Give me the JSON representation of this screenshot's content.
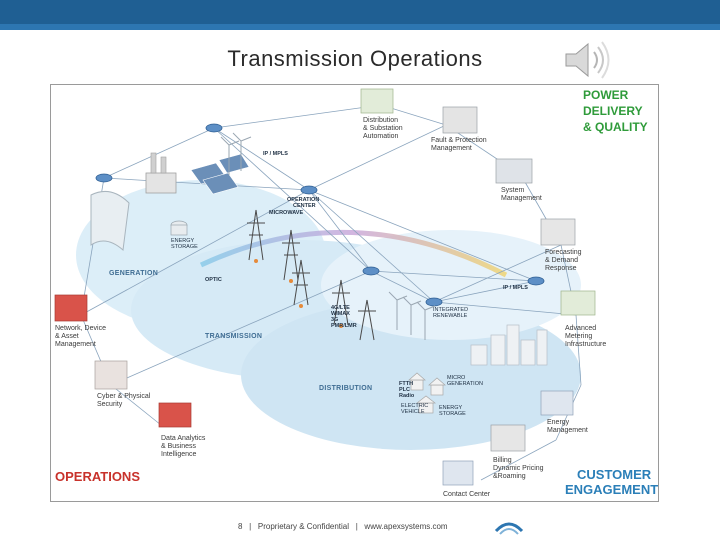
{
  "header": {
    "title": "Transmission Operations"
  },
  "corners": {
    "power_delivery": [
      "POWER",
      "DELIVERY",
      "& QUALITY"
    ],
    "operations": "OPERATIONS",
    "customer_engagement": [
      "CUSTOMER",
      "ENGAGEMENT"
    ]
  },
  "zones": {
    "generation": "GENERATION",
    "transmission": "TRANSMISSION",
    "distribution": "DISTRIBUTION"
  },
  "network_tags": {
    "ip_mpls_top": "IP / MPLS",
    "ip_mpls_right": "IP / MPLS",
    "operation_center": [
      "OPERATION",
      "CENTER"
    ],
    "microwave": "MICROWAVE",
    "optic": "OPTIC",
    "wireless": [
      "4G/LTE",
      "WIMAX",
      "3G",
      "PMR/LMR"
    ],
    "energy_storage_left": [
      "ENERGY",
      "STORAGE"
    ],
    "integrated_renewable": [
      "INTEGRATED",
      "RENEWABLE"
    ],
    "ftth": [
      "FTTH",
      "PLC",
      "Radio"
    ],
    "micro_generation": [
      "MICRO",
      "GENERATION"
    ],
    "electric_vehicle": [
      "ELECTRIC",
      "VEHICLE"
    ],
    "energy_storage_bottom": [
      "ENERGY",
      "STORAGE"
    ]
  },
  "apps": {
    "distribution_automation": [
      "Distribution",
      "& Substation",
      "Automation"
    ],
    "fault_protection": [
      "Fault & Protection",
      "Management"
    ],
    "system_management": [
      "System",
      "Management"
    ],
    "forecasting": [
      "Forecasting",
      "& Demand",
      "Response"
    ],
    "ami": [
      "Advanced",
      "Metering",
      "Infrastructure"
    ],
    "energy_management": [
      "Energy",
      "Management"
    ],
    "billing": [
      "Billing",
      "Dynamic Pricing",
      "&Roaming"
    ],
    "contact_center": [
      "Contact Center"
    ],
    "network_asset": [
      "Network, Device",
      "& Asset",
      "Management"
    ],
    "security": [
      "Cyber & Physical",
      "Security"
    ],
    "data_analytics": [
      "Data Analytics",
      "& Business",
      "Intelligence"
    ]
  },
  "footer": {
    "text": "8   |   Proprietary & Confidential   |   www.apexsystems.com"
  },
  "colors": {
    "header_bar": "#1f5f93",
    "power_delivery": "#2f9b3a",
    "operations": "#c8322b",
    "customer_engagement": "#2b7fb8"
  }
}
